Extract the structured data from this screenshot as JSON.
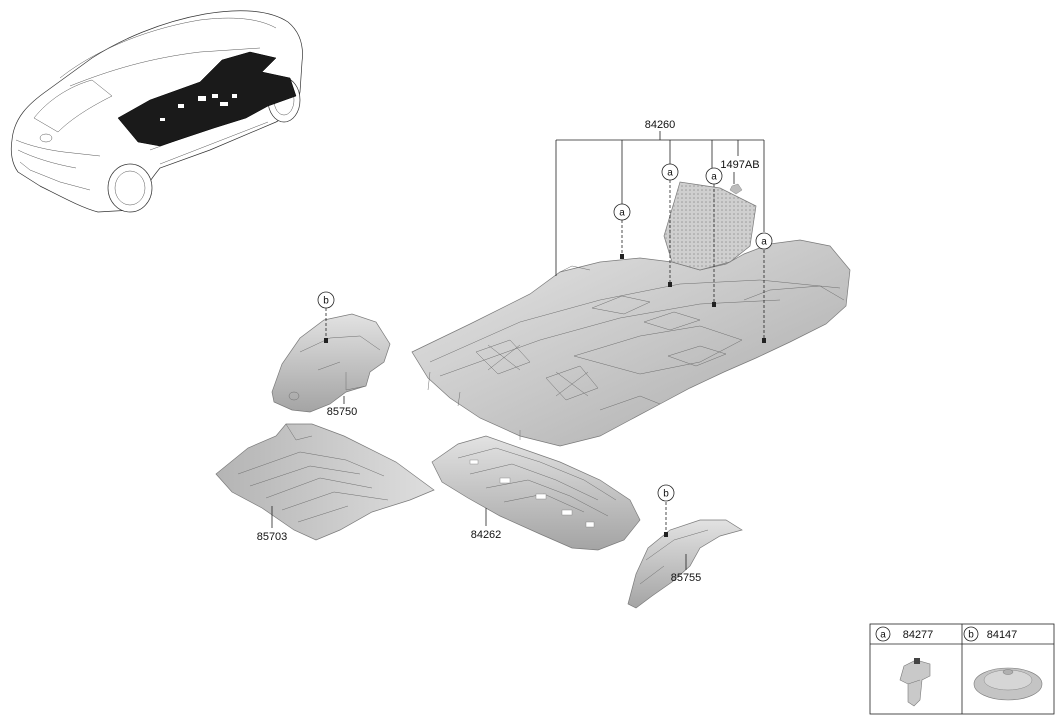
{
  "callout_letters": {
    "a": "a",
    "b": "b"
  },
  "parts": {
    "floor_carpet": "84260",
    "bolt": "1497AB",
    "rear_wheel_left": "85750",
    "luggage_mat": "85703",
    "rear_floor_pad": "84262",
    "rear_wheel_right": "85755"
  },
  "legend": {
    "item_a": {
      "letter": "a",
      "part": "84277"
    },
    "item_b": {
      "letter": "b",
      "part": "84147"
    }
  },
  "colors": {
    "part_light": "#d9d9d9",
    "part_mid": "#bdbdbd",
    "part_dark": "#9e9e9e",
    "carpet_black": "#1a1a1a",
    "line": "#222222"
  }
}
